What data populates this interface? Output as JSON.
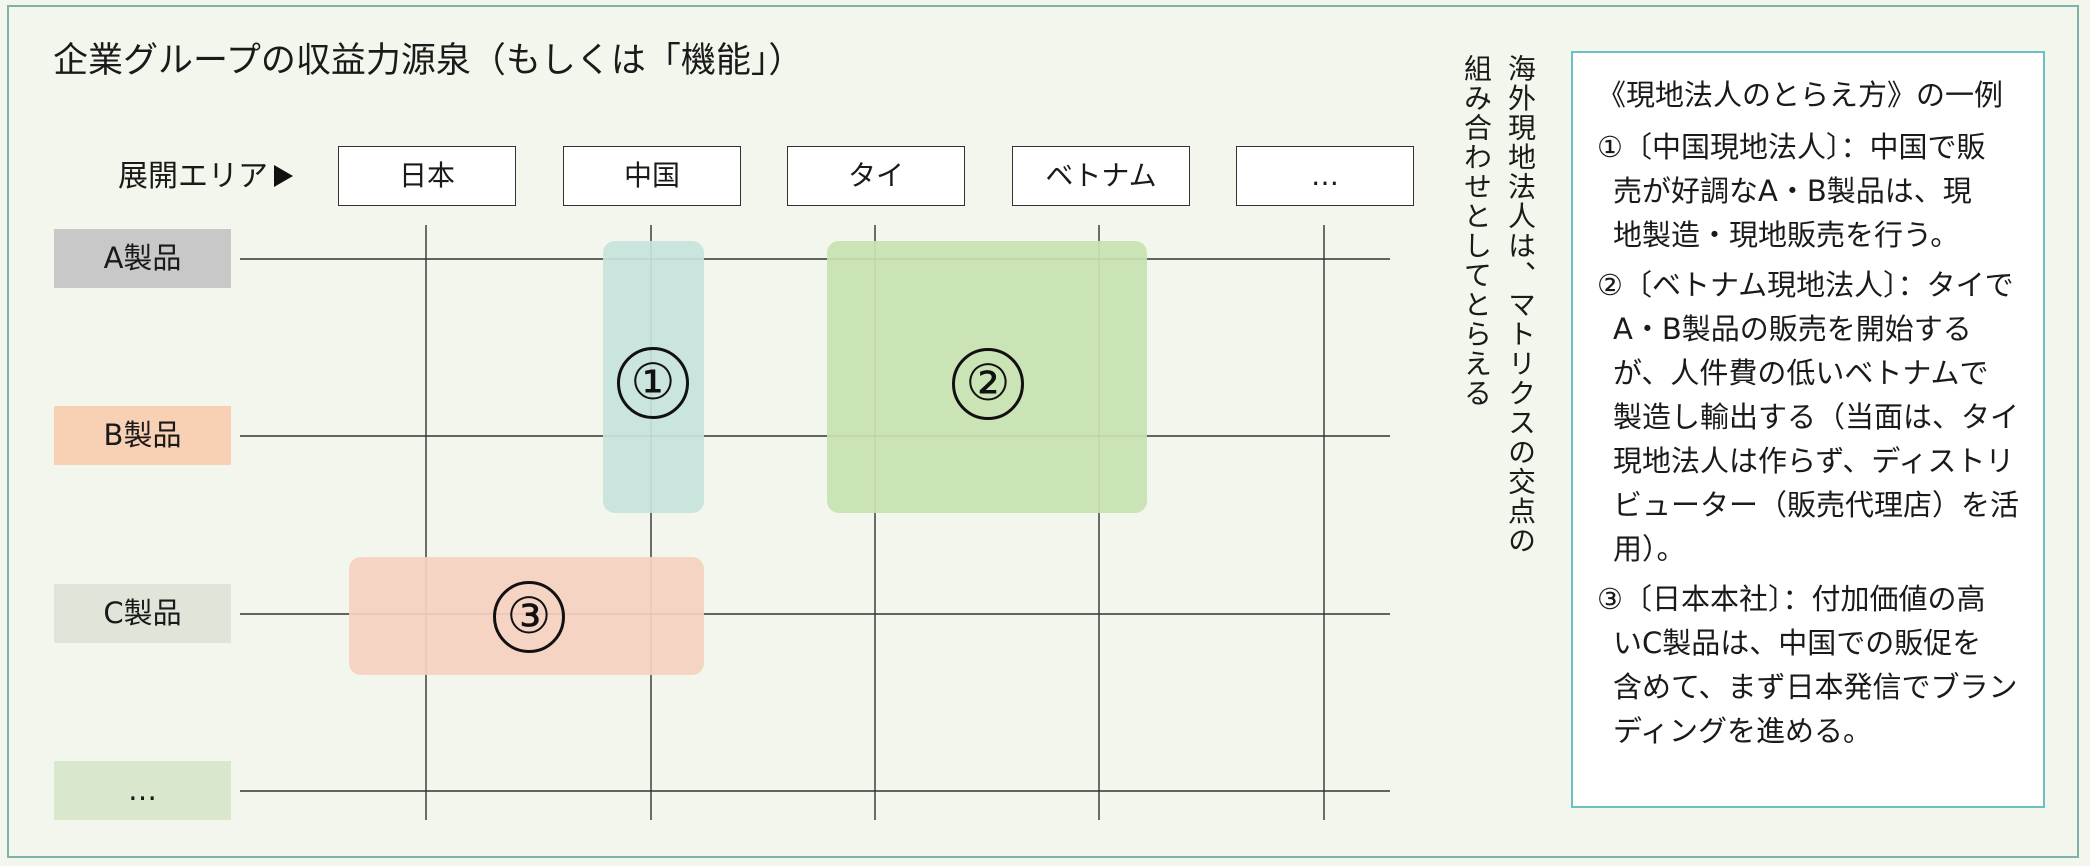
{
  "title": "企業グループの収益力源泉（もしくは「機能」）",
  "area_label": "展開エリア",
  "areas": [
    "日本",
    "中国",
    "タイ",
    "ベトナム",
    "…"
  ],
  "products": [
    {
      "label": "A製品",
      "color": "#c8c8c8"
    },
    {
      "label": "B製品",
      "color": "#f8d0b4"
    },
    {
      "label": "C製品",
      "color": "#dfe6d9"
    },
    {
      "label": "…",
      "color": "#d9e7cc"
    }
  ],
  "regions": [
    {
      "number": "①",
      "color": "#c6e3dc"
    },
    {
      "number": "②",
      "color": "#c8e2b2"
    },
    {
      "number": "③",
      "color": "#f6d1c1"
    }
  ],
  "vertical_note": [
    "海外現地法人は、マトリクスの交点の",
    "組み合わせとしてとらえる"
  ],
  "note": {
    "heading": "《現地法人のとらえ方》の一例",
    "items": [
      {
        "lines": [
          "①〔中国現地法人〕：中国で販",
          "売が好調なA・B製品は、現",
          "地製造・現地販売を行う。"
        ]
      },
      {
        "lines": [
          "②〔ベトナム現地法人〕：タイで",
          "A・B製品の販売を開始する",
          "が、人件費の低いベトナムで",
          "製造し輸出する（当面は、タイ",
          "現地法人は作らず、ディストリ",
          "ビューター（販売代理店）を活",
          "用）。"
        ]
      },
      {
        "lines": [
          "③〔日本本社〕：付加価値の高",
          "いC製品は、中国での販促を",
          "含めて、まず日本発信でブラン",
          "ディングを進める。"
        ]
      }
    ]
  },
  "colors": {
    "background": "#f2f6ec",
    "frame_border": "#7fb3aa",
    "note_border": "#6cc0c4"
  }
}
